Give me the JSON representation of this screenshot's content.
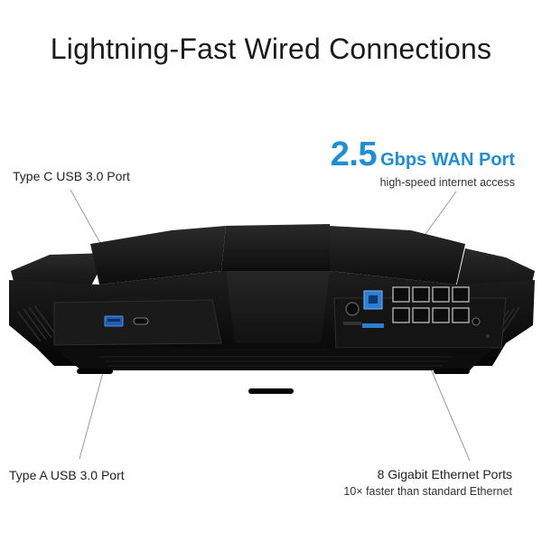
{
  "headline": "Lightning-Fast Wired Connections",
  "callouts": {
    "type_c": "Type C USB 3.0 Port",
    "type_a": "Type A USB 3.0 Port",
    "wan_speed": "2.5",
    "wan_label": "Gbps WAN Port",
    "wan_sub": "high-speed internet access",
    "ethernet_title": "8 Gigabit Ethernet Ports",
    "ethernet_sub": "10× faster than standard Ethernet"
  },
  "colors": {
    "accent": "#1e8fd6",
    "router_body": "#141414",
    "wan_port": "#2a7fd4"
  }
}
